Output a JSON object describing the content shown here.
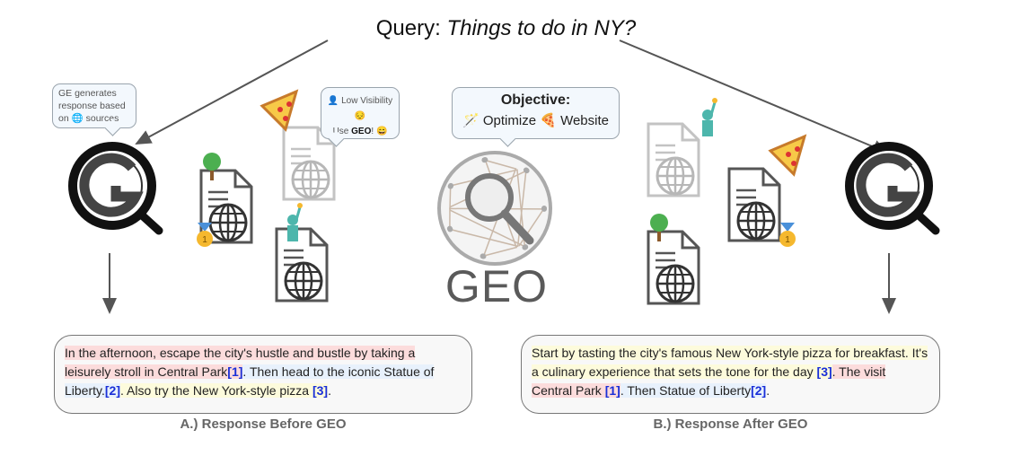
{
  "query": {
    "label": "Query:",
    "text": "Things to do in NY?"
  },
  "ge_bubble": {
    "line1": "GE generates",
    "line2": "response based",
    "line3_pre": "on",
    "line3_post": "sources",
    "globe_icon": "🌐"
  },
  "visibility_bubble": {
    "line1": "Low Visibility",
    "line2_pre": "Use",
    "line2_bold": "GEO",
    "line2_post": "!",
    "person_icon": "👤",
    "sad_emoji": "😔",
    "happy_emoji": "😄"
  },
  "objective": {
    "title": "Objective:",
    "wand_icon": "🪄",
    "text_pre": "Optimize",
    "pizza_icon": "🍕",
    "text_post": "Website"
  },
  "center_label": "GEO",
  "medal_rank": "1",
  "response_before": {
    "segments": [
      {
        "text": "In the afternoon, escape the city's hustle and bustle by taking a leisurely stroll in Central Park",
        "hl": "red"
      },
      {
        "text": "[1]",
        "cite": true,
        "hl": "red"
      },
      {
        "text": ". Then head to the iconic Statue of Liberty.",
        "hl": "blue"
      },
      {
        "text": "[2]",
        "cite": true,
        "hl": "blue"
      },
      {
        "text": ". Also try the New York-style pizza ",
        "hl": "yel"
      },
      {
        "text": "[3]",
        "cite": true,
        "hl": "yel"
      },
      {
        "text": ".",
        "hl": "none"
      }
    ],
    "caption": "A.) Response Before GEO"
  },
  "response_after": {
    "segments": [
      {
        "text": "Start by tasting the city's famous New York-style pizza for breakfast. It's a culinary experience that sets the tone for the day ",
        "hl": "yel"
      },
      {
        "text": "[3]",
        "cite": true,
        "hl": "yel"
      },
      {
        "text": ". The visit Central Park ",
        "hl": "red"
      },
      {
        "text": "[1]",
        "cite": true,
        "hl": "red"
      },
      {
        "text": ". Then Statue of Liberty",
        "hl": "blue"
      },
      {
        "text": "[2]",
        "cite": true,
        "hl": "blue"
      },
      {
        "text": ".",
        "hl": "none"
      }
    ],
    "caption": "B.) Response After GEO"
  },
  "colors": {
    "cite": "#1a2fd8",
    "red_hl": "#fcdcdc",
    "blue_hl": "#e8f1fc",
    "yellow_hl": "#fdfbdc",
    "medal": "#f5b82e",
    "ribbon": "#4a90d9"
  }
}
